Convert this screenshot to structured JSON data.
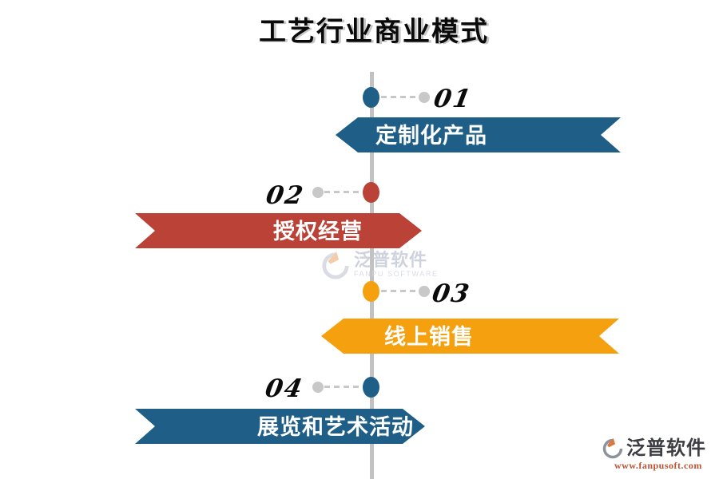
{
  "title": "工艺行业商业模式",
  "items": [
    {
      "number": "01",
      "label": "定制化产品",
      "color": "#1F5F87",
      "side": "right"
    },
    {
      "number": "02",
      "label": "授权经营",
      "color": "#BA4237",
      "side": "left"
    },
    {
      "number": "03",
      "label": "线上销售",
      "color": "#F5A00F",
      "side": "right"
    },
    {
      "number": "04",
      "label": "展览和艺术活动",
      "color": "#1F5F87",
      "side": "left"
    }
  ],
  "watermark": {
    "name": "泛普软件",
    "subtitle": "FANPU SOFTWARE"
  },
  "footer_logo": {
    "name": "泛普软件",
    "url": "www.fanpusoft.com"
  },
  "colors": {
    "timeline_line": "#C2C2C2",
    "connector_dot": "#C8C8C8",
    "banner_text": "#FFFFFF",
    "number_text": "#0B0B0B",
    "footer_url": "#BF5233"
  }
}
